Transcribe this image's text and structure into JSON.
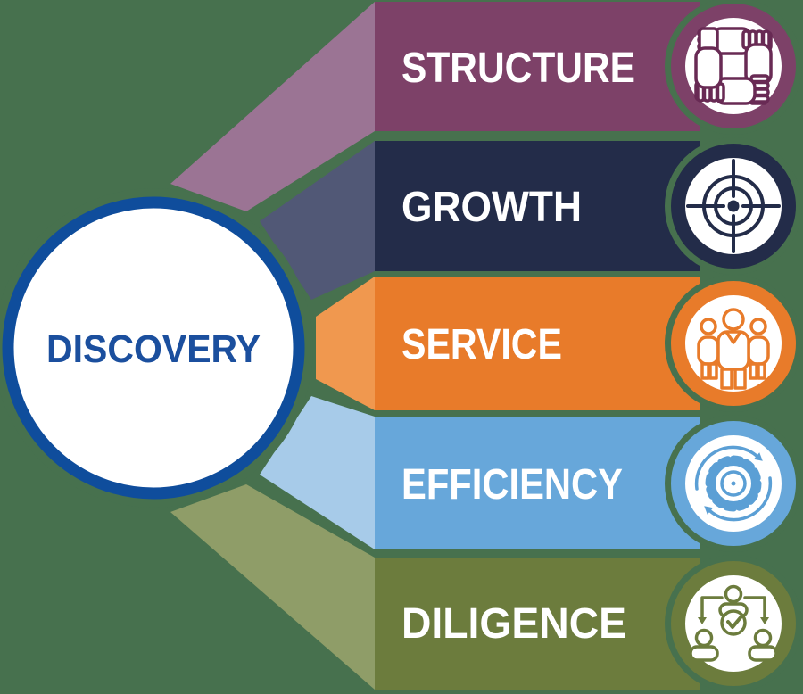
{
  "background_color": "#47714e",
  "label_text_color": "#ffffff",
  "center": {
    "label": "DISCOVERY",
    "fill": "#ffffff",
    "ring_color": "#0f4d9c",
    "text_color": "#1b4f9e"
  },
  "bands": [
    {
      "label": "STRUCTURE",
      "color": "#7d4168",
      "ribbon_color": "#9b7494",
      "icon": "hands-teamwork-icon",
      "icon_color": "#682a54"
    },
    {
      "label": "GROWTH",
      "color": "#232c49",
      "ribbon_color": "#515876",
      "icon": "target-crosshair-icon",
      "icon_color": "#232c49"
    },
    {
      "label": "SERVICE",
      "color": "#e87b2a",
      "ribbon_color": "#f0984f",
      "icon": "people-group-icon",
      "icon_color": "#e87b2a"
    },
    {
      "label": "EFFICIENCY",
      "color": "#67a7da",
      "ribbon_color": "#a7cbe9",
      "icon": "gear-refresh-icon",
      "icon_color": "#5b9fd5"
    },
    {
      "label": "DILIGENCE",
      "color": "#6c7c3d",
      "ribbon_color": "#8f9d68",
      "icon": "org-approval-icon",
      "icon_color": "#6c7c3d"
    }
  ]
}
